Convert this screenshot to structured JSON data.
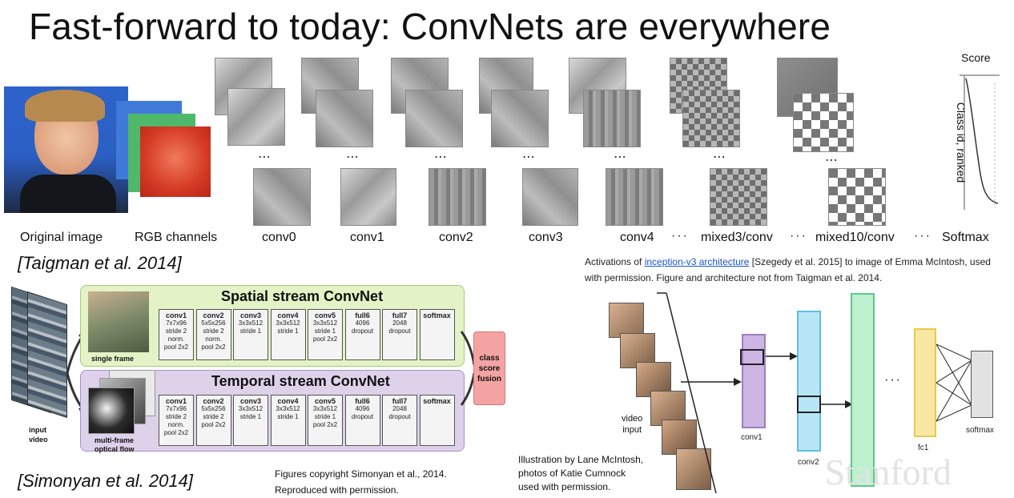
{
  "title": "Fast-forward to today: ConvNets are everywhere",
  "top_figure": {
    "labels": {
      "original": "Original image",
      "rgb": "RGB channels",
      "conv0": "conv0",
      "conv1": "conv1",
      "conv2": "conv2",
      "conv3": "conv3",
      "conv4": "conv4",
      "mixed3": "mixed3/conv",
      "mixed10": "mixed10/conv",
      "softmax": "Softmax"
    },
    "ellipsis": "···",
    "score_label": "Score",
    "class_axis_label": "Class id, ranked",
    "caption_prefix": "Activations of ",
    "caption_link": "inception-v3 architecture",
    "caption_rest": " [Szegedy et al. 2015] to image of Emma McIntosh, used with permission. Figure and architecture not from Taigman et al. 2014."
  },
  "citations": {
    "taigman": "[Taigman et al. 2014]",
    "simonyan": "[Simonyan et al. 2014]"
  },
  "two_stream": {
    "spatial_title": "Spatial stream ConvNet",
    "temporal_title": "Temporal stream ConvNet",
    "single_frame": "single frame",
    "multi_frame_1": "multi-frame",
    "multi_frame_2": "optical flow",
    "input_1": "input",
    "input_2": "video",
    "fusion_1": "class",
    "fusion_2": "score",
    "fusion_3": "fusion",
    "spatial_layers": [
      {
        "name": "conv1",
        "l1": "7x7x96",
        "l2": "stride 2",
        "l3": "norm.",
        "l4": "pool 2x2"
      },
      {
        "name": "conv2",
        "l1": "5x5x256",
        "l2": "stride 2",
        "l3": "norm.",
        "l4": "pool 2x2"
      },
      {
        "name": "conv3",
        "l1": "3x3x512",
        "l2": "stride 1",
        "l3": "",
        "l4": ""
      },
      {
        "name": "conv4",
        "l1": "3x3x512",
        "l2": "stride 1",
        "l3": "",
        "l4": ""
      },
      {
        "name": "conv5",
        "l1": "3x3x512",
        "l2": "stride 1",
        "l3": "pool 2x2",
        "l4": ""
      },
      {
        "name": "full6",
        "l1": "4096",
        "l2": "dropout",
        "l3": "",
        "l4": ""
      },
      {
        "name": "full7",
        "l1": "2048",
        "l2": "dropout",
        "l3": "",
        "l4": ""
      },
      {
        "name": "softmax",
        "l1": "",
        "l2": "",
        "l3": "",
        "l4": ""
      }
    ],
    "temporal_layers": [
      {
        "name": "conv1",
        "l1": "7x7x96",
        "l2": "stride 2",
        "l3": "norm.",
        "l4": "pool 2x2"
      },
      {
        "name": "conv2",
        "l1": "5x5x256",
        "l2": "stride 2",
        "l3": "pool 2x2",
        "l4": ""
      },
      {
        "name": "conv3",
        "l1": "3x3x512",
        "l2": "stride 1",
        "l3": "",
        "l4": ""
      },
      {
        "name": "conv4",
        "l1": "3x3x512",
        "l2": "stride 1",
        "l3": "",
        "l4": ""
      },
      {
        "name": "conv5",
        "l1": "3x3x512",
        "l2": "stride 1",
        "l3": "pool 2x2",
        "l4": ""
      },
      {
        "name": "full6",
        "l1": "4096",
        "l2": "dropout",
        "l3": "",
        "l4": ""
      },
      {
        "name": "full7",
        "l1": "2048",
        "l2": "dropout",
        "l3": "",
        "l4": ""
      },
      {
        "name": "softmax",
        "l1": "",
        "l2": "",
        "l3": "",
        "l4": ""
      }
    ],
    "copyright_1": "Figures copyright Simonyan et al., 2014.",
    "copyright_2": "Reproduced with permission."
  },
  "video_cnn": {
    "video_input_1": "video",
    "video_input_2": "input",
    "conv1": "conv1",
    "conv2": "conv2",
    "fc1": "fc1",
    "softmax": "softmax",
    "ellipsis": "···",
    "credit_1": "Illustration by Lane McIntosh,",
    "credit_2": "photos of Katie Cumnock",
    "credit_3": "used with permission."
  },
  "watermark": "Stanford",
  "colors": {
    "spatial_bg": "#e3f3c6",
    "temporal_bg": "#ddd2ea",
    "fusion_bg": "#f4a3a3",
    "conv1_layer": "#cdb6e4",
    "conv2_layer": "#b9e6f7",
    "green_layer": "#bdf0cf",
    "fc1_layer": "#f9e8a2",
    "softmax_layer": "#e2e2e2"
  }
}
